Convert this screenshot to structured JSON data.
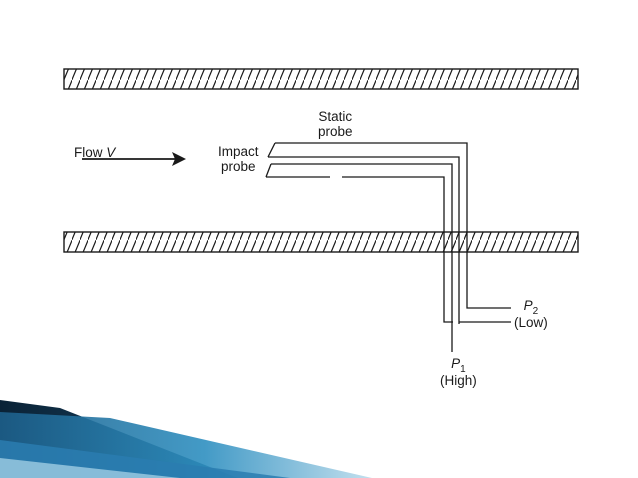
{
  "diagram": {
    "flow_label": {
      "text": "Flow",
      "var": "V"
    },
    "static_probe": {
      "line1": "Static",
      "line2": "probe"
    },
    "impact_probe": {
      "line1": "Impact",
      "line2": "probe"
    },
    "p2": {
      "symbol": "P",
      "subscript": "2",
      "note": "(Low)"
    },
    "p1": {
      "symbol": "P",
      "subscript": "1",
      "note": "(High)"
    }
  },
  "colors": {
    "line": "#1a1a1a",
    "footer_blue": "#1f6f9c",
    "footer_dark": "#0d2a40",
    "footer_light": "#cfe3ef"
  }
}
